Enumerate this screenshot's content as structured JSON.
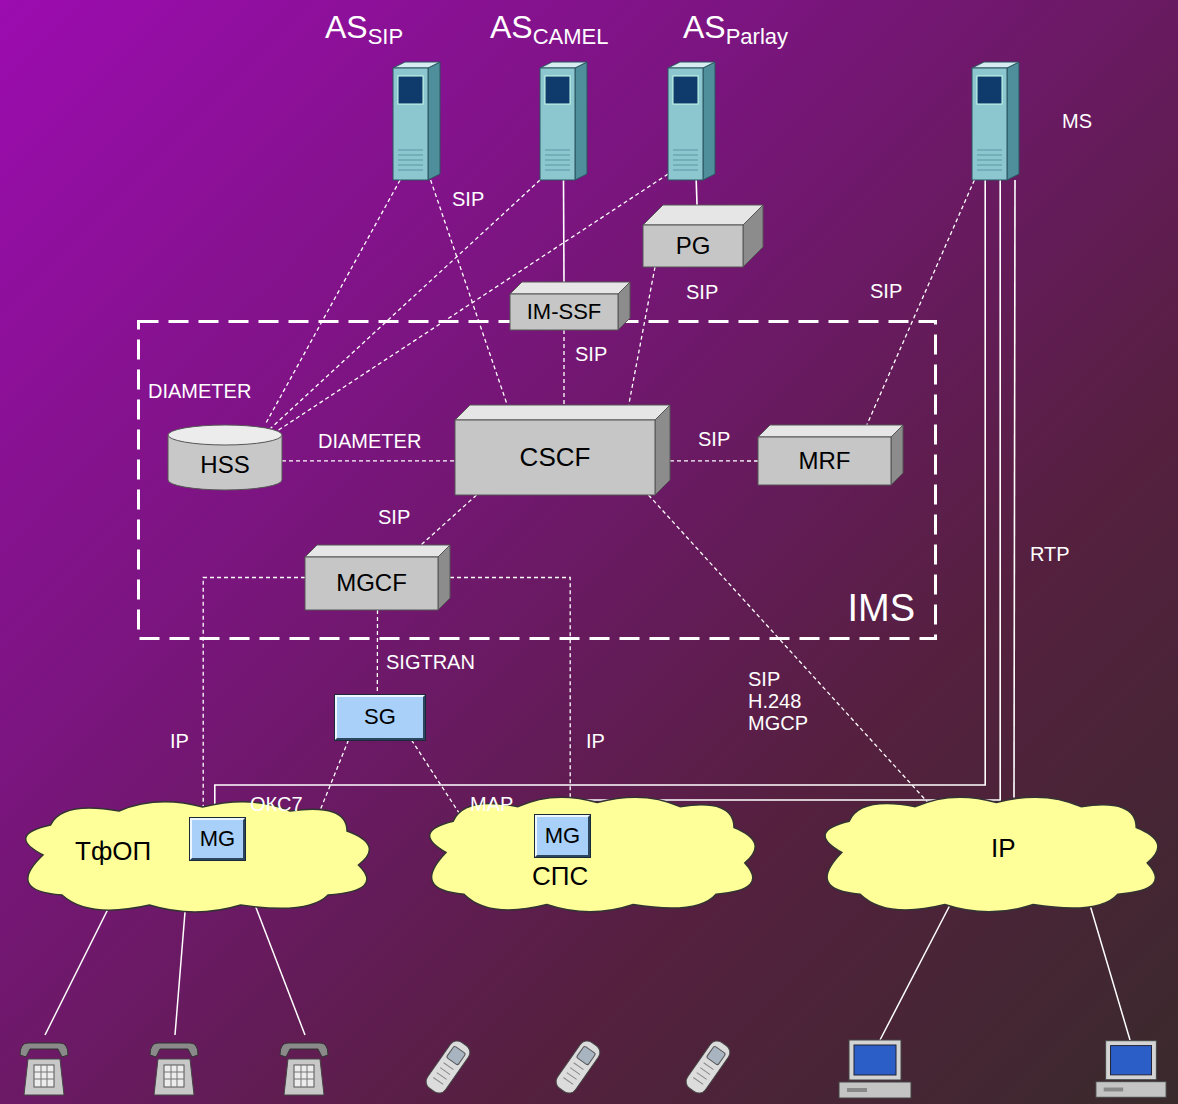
{
  "diagram": {
    "nodes": [
      {
        "text": [
          "AS",
          "SIP"
        ]
      },
      {
        "text": [
          "AS",
          "CAMEL"
        ]
      },
      {
        "text": [
          "AS",
          "Parlay"
        ]
      },
      {
        "text": [
          "MS"
        ]
      },
      {
        "text": [
          "PG"
        ]
      },
      {
        "text": [
          "IM-SSF"
        ]
      },
      {
        "text": [
          "IMS"
        ]
      },
      {
        "text": [
          "HSS"
        ],
        "in": 6
      },
      {
        "text": [
          "CSCF"
        ],
        "in": 6
      },
      {
        "text": [
          "MRF"
        ],
        "in": 6
      },
      {
        "text": [
          "MGCF"
        ],
        "in": 6
      },
      {
        "text": [
          "SG"
        ]
      },
      {
        "text": [
          "ТфОП"
        ]
      },
      {
        "text": [
          "MG"
        ],
        "in": 12
      },
      {
        "text": [
          "СПС"
        ]
      },
      {
        "text": [
          "MG"
        ],
        "in": 14
      },
      {
        "text": [
          "IP"
        ]
      }
    ],
    "edges": [
      {
        "from": 0,
        "to": 7,
        "arrow": "none"
      },
      {
        "from": 1,
        "to": 7,
        "label": "DIAMETER",
        "arrow": "none"
      },
      {
        "from": 2,
        "to": 7,
        "arrow": "none"
      },
      {
        "from": 0,
        "to": 8,
        "label": "SIP",
        "arrow": "none"
      },
      {
        "from": 1,
        "to": 5,
        "arrow": "none"
      },
      {
        "from": 2,
        "to": 4,
        "arrow": "none"
      },
      {
        "from": 4,
        "to": 8,
        "label": "SIP",
        "arrow": "none"
      },
      {
        "from": 5,
        "to": 8,
        "label": "SIP",
        "arrow": "none"
      },
      {
        "from": 3,
        "to": 9,
        "label": "SIP",
        "arrow": "none"
      },
      {
        "from": 7,
        "to": 8,
        "label": "DIAMETER",
        "arrow": "none"
      },
      {
        "from": 8,
        "to": 9,
        "label": "SIP",
        "arrow": "none"
      },
      {
        "from": 8,
        "to": 10,
        "label": "SIP",
        "arrow": "none"
      },
      {
        "from": 8,
        "to": 16,
        "label": "SIP H.248 MGCP",
        "arrow": "none"
      },
      {
        "from": 10,
        "to": 11,
        "label": "SIGTRAN",
        "arrow": "none"
      },
      {
        "from": 10,
        "to": 13,
        "label": "IP",
        "arrow": "none"
      },
      {
        "from": 10,
        "to": 15,
        "label": "IP",
        "arrow": "none"
      },
      {
        "from": 11,
        "to": 12,
        "label": "ОКС7",
        "arrow": "none"
      },
      {
        "from": 11,
        "to": 14,
        "label": "MAP",
        "arrow": "none"
      },
      {
        "from": 3,
        "to": 13,
        "arrow": "none"
      },
      {
        "from": 3,
        "to": 15,
        "arrow": "none"
      },
      {
        "from": 3,
        "to": 16,
        "label": "RTP",
        "arrow": "none"
      }
    ]
  }
}
